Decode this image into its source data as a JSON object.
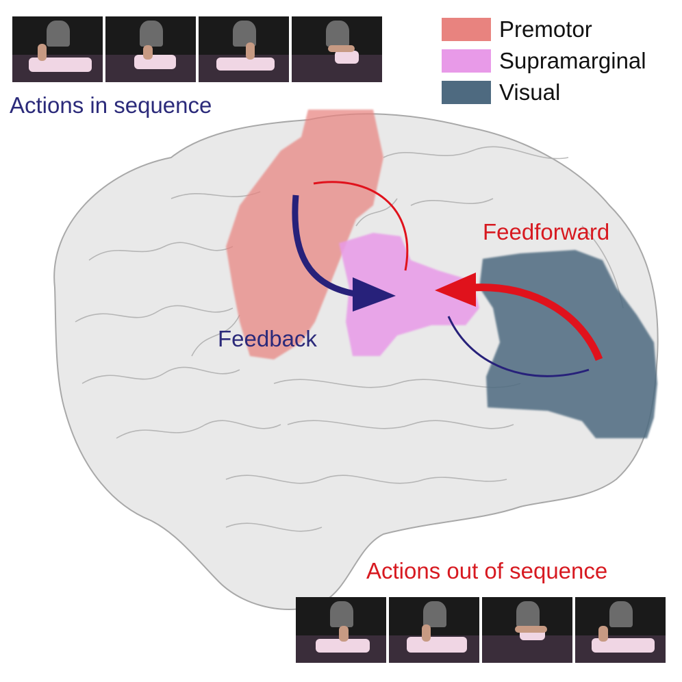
{
  "captions": {
    "in_sequence": "Actions in sequence",
    "out_of_sequence": "Actions out of sequence"
  },
  "legend": [
    {
      "label": "Premotor",
      "color": "#e8837f"
    },
    {
      "label": "Supramarginal",
      "color": "#e89ae8"
    },
    {
      "label": "Visual",
      "color": "#4e6a80"
    }
  ],
  "arrows": {
    "feedforward": "Feedforward",
    "feedback": "Feedback"
  },
  "colors": {
    "feedback_blue": "#27217a",
    "feedforward_red": "#e0121c",
    "caption_blue": "#2b2a7a",
    "caption_red": "#d71920"
  }
}
